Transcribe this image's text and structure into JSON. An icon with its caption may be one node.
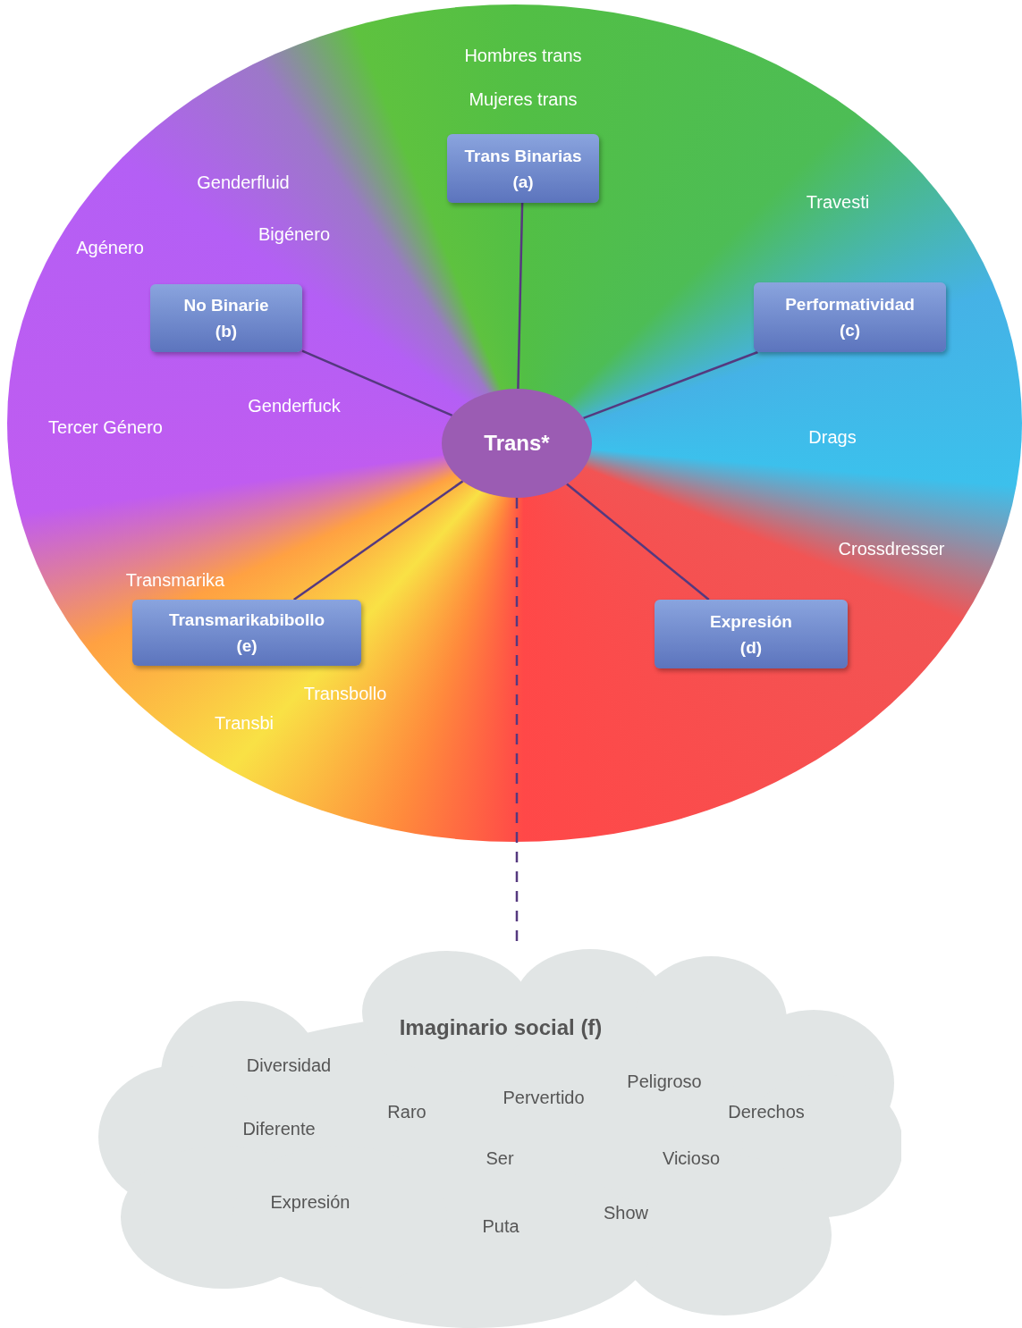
{
  "diagram": {
    "nodes": [
      {
        "text": [
          "Hombres trans",
          "Mujeres trans",
          "Genderfluid",
          "Travesti",
          "Bigénero",
          "Agénero",
          "Genderfuck",
          "Tercer Género",
          "Drags",
          "Crossdresser",
          "Transmarika",
          "Transbollo",
          "Transbi"
        ]
      },
      {
        "text": [
          "Trans Binarias (a)"
        ],
        "in": 0
      },
      {
        "text": [
          "No Binarie (b)"
        ],
        "in": 0
      },
      {
        "text": [
          "Performatividad (c)"
        ],
        "in": 0
      },
      {
        "text": [
          "Trans*"
        ],
        "in": 0
      },
      {
        "text": [
          "Transmarikabibollo (e)"
        ],
        "in": 0
      },
      {
        "text": [
          "Expresión (d)"
        ],
        "in": 0
      },
      {
        "text": [
          "Imaginario social (f)",
          "Diversidad",
          "Pervertido",
          "Peligroso",
          "Raro",
          "Derechos",
          "Diferente",
          "Ser",
          "Vicioso",
          "Expresión",
          "Show",
          "Puta"
        ]
      }
    ],
    "edges": [
      {
        "from": 4,
        "to": 1,
        "arrow": "none"
      },
      {
        "from": 4,
        "to": 2,
        "arrow": "none"
      },
      {
        "from": 4,
        "to": 3,
        "arrow": "none"
      },
      {
        "from": 4,
        "to": 5,
        "arrow": "none"
      },
      {
        "from": 4,
        "to": 6,
        "arrow": "none"
      },
      {
        "from": 4,
        "to": 7,
        "arrow": "none",
        "style": "dashed"
      }
    ]
  }
}
